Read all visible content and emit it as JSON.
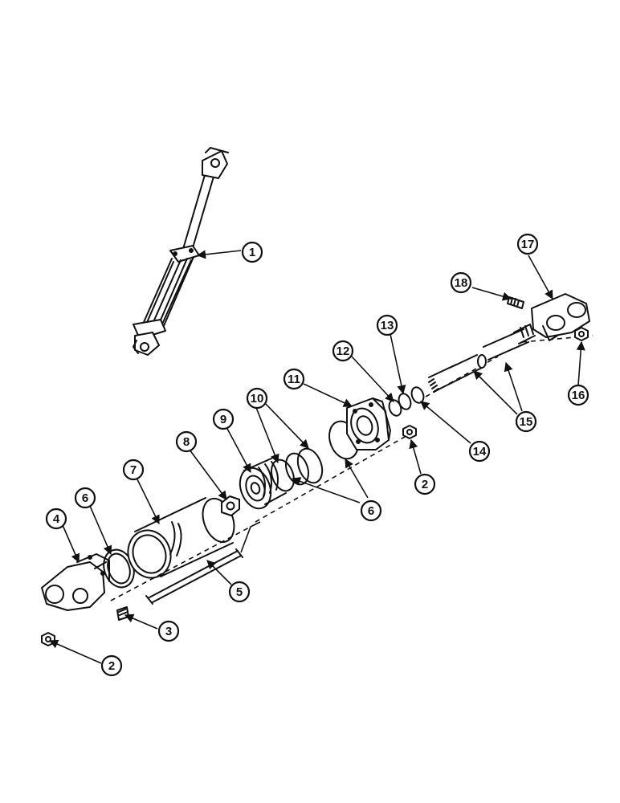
{
  "diagram": {
    "callouts": [
      {
        "id": "c1",
        "label": "1"
      },
      {
        "id": "c2a",
        "label": "2"
      },
      {
        "id": "c2b",
        "label": "2"
      },
      {
        "id": "c3",
        "label": "3"
      },
      {
        "id": "c4",
        "label": "4"
      },
      {
        "id": "c5",
        "label": "5"
      },
      {
        "id": "c6a",
        "label": "6"
      },
      {
        "id": "c6b",
        "label": "6"
      },
      {
        "id": "c7",
        "label": "7"
      },
      {
        "id": "c8",
        "label": "8"
      },
      {
        "id": "c9",
        "label": "9"
      },
      {
        "id": "c10",
        "label": "10"
      },
      {
        "id": "c11",
        "label": "11"
      },
      {
        "id": "c12",
        "label": "12"
      },
      {
        "id": "c13",
        "label": "13"
      },
      {
        "id": "c14",
        "label": "14"
      },
      {
        "id": "c15",
        "label": "15"
      },
      {
        "id": "c16",
        "label": "16"
      },
      {
        "id": "c17",
        "label": "17"
      },
      {
        "id": "c18",
        "label": "18"
      }
    ]
  }
}
